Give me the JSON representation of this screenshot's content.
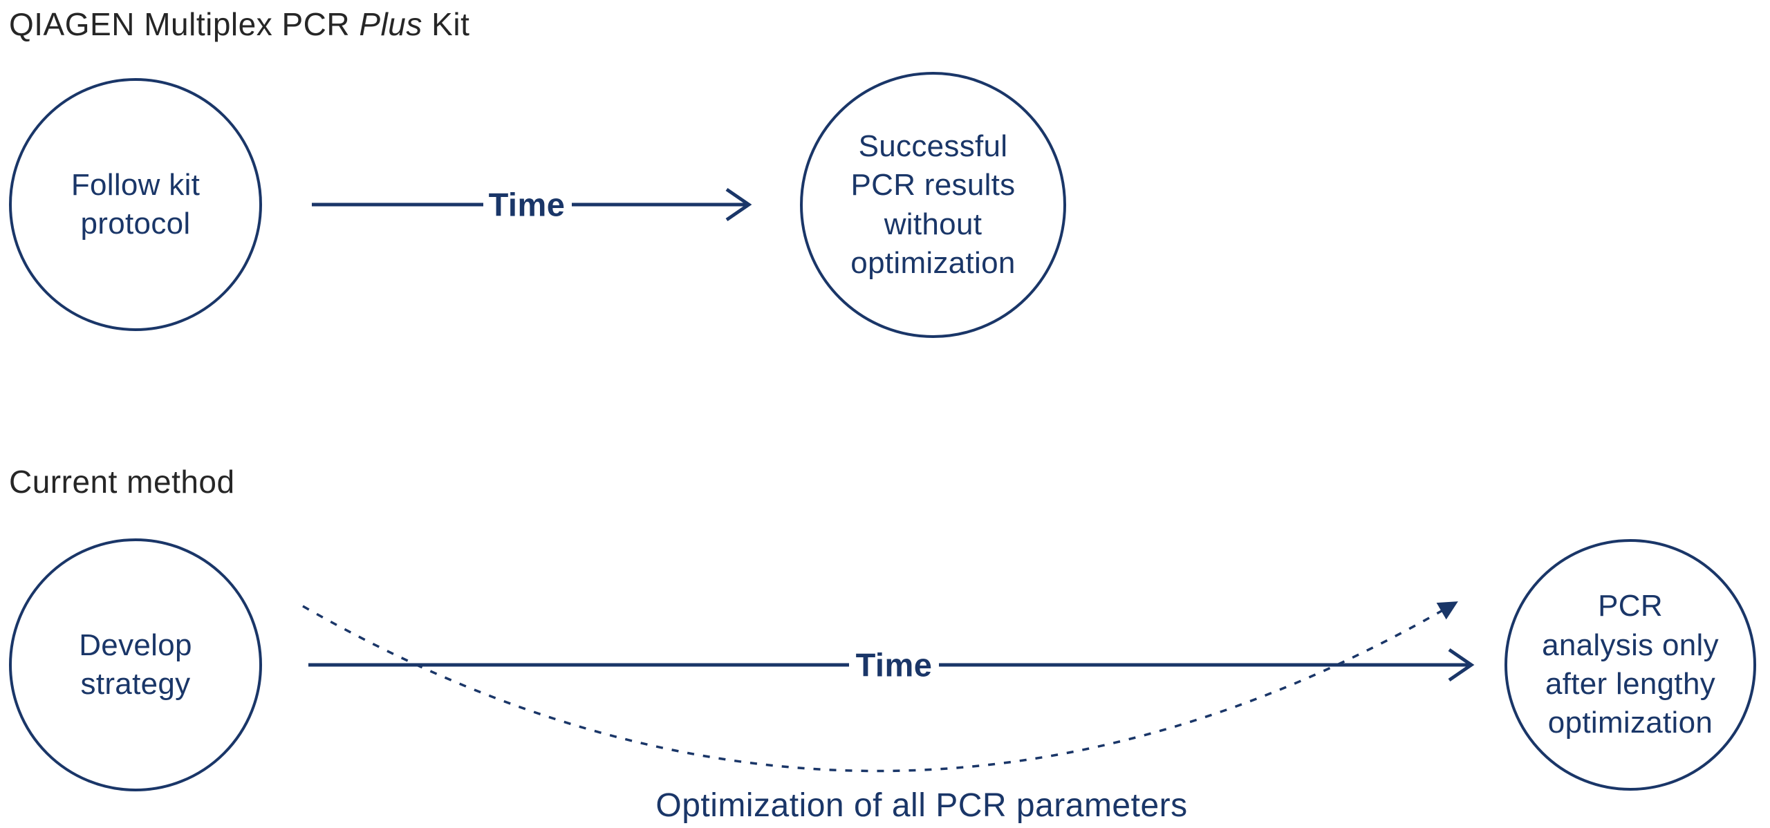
{
  "colors": {
    "navy": "#1a3668",
    "heading": "#262626"
  },
  "sections": {
    "kit": {
      "title_prefix": "QIAGEN Multiplex PCR ",
      "title_italic": "Plus",
      "title_suffix": " Kit",
      "start_circle": "Follow kit\nprotocol",
      "arrow_label": "Time",
      "end_circle": "Successful\nPCR results\nwithout\noptimization"
    },
    "current": {
      "title": "Current method",
      "start_circle": "Develop\nstrategy",
      "arrow_label": "Time",
      "end_circle": "PCR\nanalysis only\nafter lengthy\noptimization",
      "curve_label": "Optimization of all PCR parameters"
    }
  }
}
